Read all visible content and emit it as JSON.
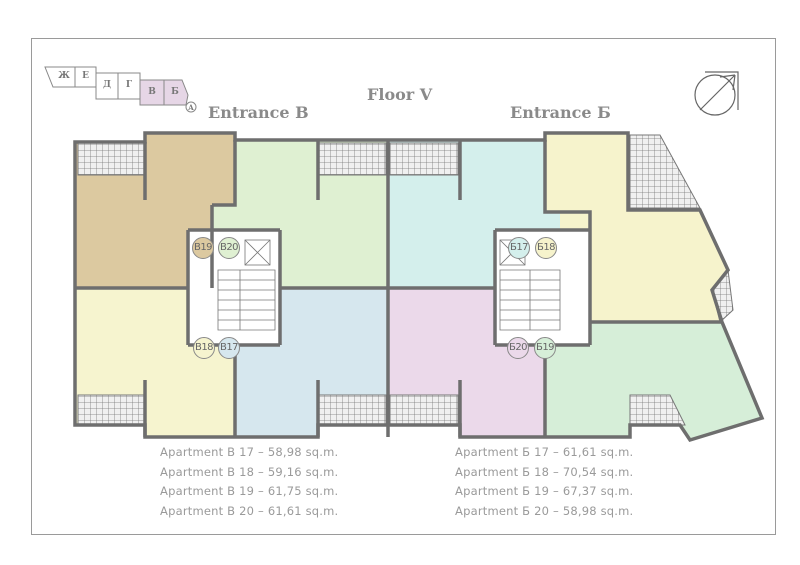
{
  "title": "Floor V",
  "entrances": {
    "left": "Entrance В",
    "right": "Entrance Б"
  },
  "section_map": {
    "sections": [
      "Ж",
      "Е",
      "Д",
      "Г",
      "В",
      "Б"
    ],
    "marker": "А",
    "highlighted": [
      "В",
      "Б"
    ],
    "highlight_color": "#e6d6e6"
  },
  "apartment_labels": {
    "v19": "В19",
    "v20": "В20",
    "v18": "В18",
    "v17": "В17",
    "b17": "Б17",
    "b18": "Б18",
    "b20": "Б20",
    "b19": "Б19"
  },
  "colors": {
    "v19": "#dcc9a0",
    "v20": "#dff0d2",
    "v18": "#f6f4cf",
    "v17": "#d6e7ee",
    "b17": "#d4efec",
    "b20": "#ebd9ea",
    "b18": "#f6f3cc",
    "b19": "#d6eed8",
    "wall": "#6e6e6e"
  },
  "areas": {
    "left": [
      "Apartment В 17 – 58,98 sq.m.",
      "Apartment В 18 – 59,16 sq.m.",
      "Apartment В 19 – 61,75 sq.m.",
      "Apartment В 20 – 61,61 sq.m."
    ],
    "right": [
      "Apartment Б 17 – 61,61 sq.m.",
      "Apartment Б 18 – 70,54 sq.m.",
      "Apartment Б 19 – 67,37 sq.m.",
      "Apartment Б 20 – 58,98 sq.m."
    ]
  }
}
